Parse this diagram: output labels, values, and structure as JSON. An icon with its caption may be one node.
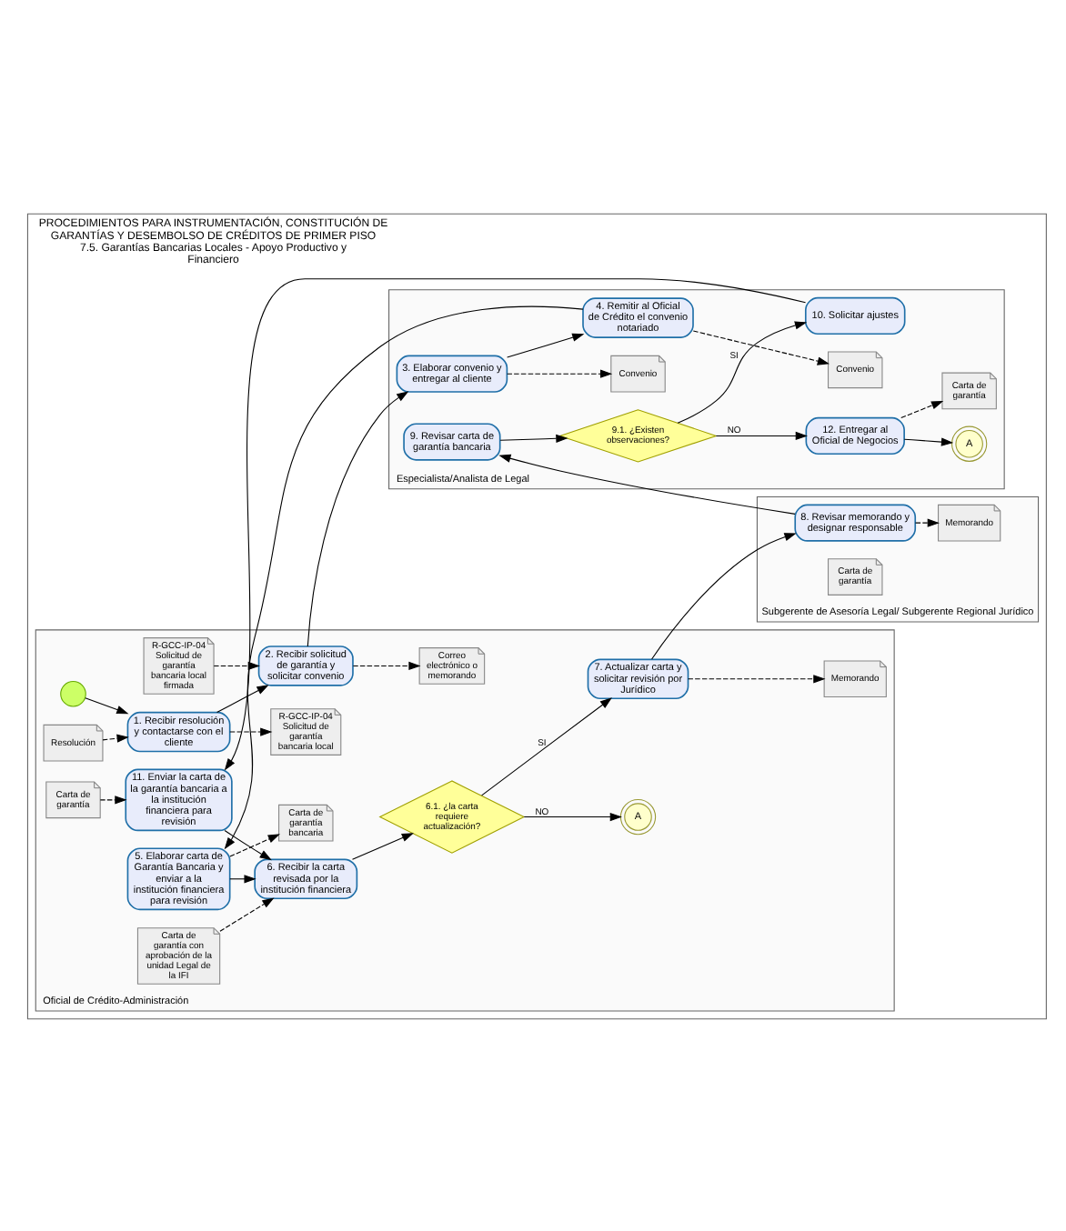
{
  "diagram": {
    "nodes": [
      {
        "text": [
          "PROCEDIMIENTOS PARA INSTRUMENTACIÓN, CONSTITUCIÓN DE GARANTÍAS Y DESEMBOLSO DE CRÉDITOS DE PRIMER PISO",
          "7.5. Garantías Bancarias Locales - Apoyo Productivo y Financiero"
        ]
      },
      {
        "text": [
          "Oficial de Crédito-Administración"
        ],
        "in": 0
      },
      {
        "text": [
          "Subgerente de Asesoría Legal/ Subgerente Regional Jurídico"
        ],
        "in": 0
      },
      {
        "text": [
          "Especialista/Analista de Legal"
        ],
        "in": 0
      },
      {
        "text": [],
        "shape": "circle",
        "in": 1
      },
      {
        "text": [
          "1. Recibir resolución y contactarse con el cliente"
        ],
        "in": 1
      },
      {
        "text": [
          "Resolución"
        ],
        "in": 1
      },
      {
        "text": [
          "R-GCC-IP-04 Solicitud de garantía bancaria local"
        ],
        "in": 1
      },
      {
        "text": [
          "2. Recibir solicitud de garantía y solicitar convenio"
        ],
        "in": 1
      },
      {
        "text": [
          "R-GCC-IP-04 Solicitud de garantía bancaria local firmada"
        ],
        "in": 1
      },
      {
        "text": [
          "Correo electrónico o memorando"
        ],
        "in": 1
      },
      {
        "text": [
          "5. Elaborar carta de Garantía Bancaria y enviar a la institución financiera para revisión"
        ],
        "in": 1
      },
      {
        "text": [
          "Carta de garantía bancaria"
        ],
        "in": 1
      },
      {
        "text": [
          "6. Recibir la carta revisada por la institución financiera"
        ],
        "in": 1
      },
      {
        "text": [
          "Carta de garantía con aprobación de la unidad Legal de la IFI"
        ],
        "in": 1
      },
      {
        "text": [
          "6.1. ¿la carta requiere actualización?"
        ],
        "in": 1
      },
      {
        "text": [
          "A"
        ],
        "in": 1
      },
      {
        "text": [
          "7. Actualizar carta y solicitar revisión por Jurídico"
        ],
        "in": 1
      },
      {
        "text": [
          "Memorando"
        ],
        "in": 1
      },
      {
        "text": [
          "11. Enviar la carta de la garantía bancaria a la institución financiera para revisión"
        ],
        "in": 1
      },
      {
        "text": [
          "Carta de garantía"
        ],
        "in": 1
      },
      {
        "text": [
          "8. Revisar memorando y designar responsable"
        ],
        "in": 2
      },
      {
        "text": [
          "Memorando"
        ],
        "in": 2
      },
      {
        "text": [
          "Carta de garantía"
        ],
        "in": 2
      },
      {
        "text": [
          "3. Elaborar convenio y entregar al cliente"
        ],
        "in": 3
      },
      {
        "text": [
          "Convenio"
        ],
        "in": 3
      },
      {
        "text": [
          "4. Remitir al Oficial de Crédito el convenio notariado"
        ],
        "in": 3
      },
      {
        "text": [
          "Convenio"
        ],
        "in": 3
      },
      {
        "text": [
          "9. Revisar carta de garantía bancaria"
        ],
        "in": 3
      },
      {
        "text": [
          "10. Solicitar ajustes"
        ],
        "in": 3
      },
      {
        "text": [
          "9.1. ¿Existen observaciones?"
        ],
        "in": 3
      },
      {
        "text": [
          "12. Entregar al Oficial de Negocios"
        ],
        "in": 3
      },
      {
        "text": [
          "A"
        ],
        "in": 3
      },
      {
        "text": [
          "Carta de garantía"
        ],
        "in": 3
      }
    ],
    "edges": [
      {
        "from": 4,
        "to": 5,
        "arrow": "to"
      },
      {
        "from": 6,
        "to": 5,
        "arrow": "to",
        "style": "dashed"
      },
      {
        "from": 5,
        "to": 7,
        "arrow": "to",
        "style": "dashed"
      },
      {
        "from": 5,
        "to": 8,
        "arrow": "to"
      },
      {
        "from": 9,
        "to": 8,
        "arrow": "to",
        "style": "dashed"
      },
      {
        "from": 8,
        "to": 10,
        "arrow": "to",
        "style": "dashed"
      },
      {
        "from": 8,
        "to": 24,
        "arrow": "to"
      },
      {
        "from": 24,
        "to": 25,
        "arrow": "to",
        "style": "dashed"
      },
      {
        "from": 24,
        "to": 26,
        "arrow": "to"
      },
      {
        "from": 26,
        "to": 27,
        "arrow": "to",
        "style": "dashed"
      },
      {
        "from": 26,
        "to": 11,
        "arrow": "to"
      },
      {
        "from": 11,
        "to": 12,
        "arrow": "to",
        "style": "dashed"
      },
      {
        "from": 11,
        "to": 13,
        "arrow": "to"
      },
      {
        "from": 14,
        "to": 13,
        "arrow": "to",
        "style": "dashed"
      },
      {
        "from": 13,
        "to": 15,
        "arrow": "to"
      },
      {
        "from": 15,
        "to": 16,
        "arrow": "to",
        "label": "NO"
      },
      {
        "from": 15,
        "to": 17,
        "arrow": "to",
        "label": "SI"
      },
      {
        "from": 17,
        "to": 18,
        "arrow": "to",
        "style": "dashed"
      },
      {
        "from": 17,
        "to": 21,
        "arrow": "to"
      },
      {
        "from": 21,
        "to": 22,
        "arrow": "to",
        "style": "dashed"
      },
      {
        "from": 21,
        "to": 28,
        "arrow": "to"
      },
      {
        "from": 28,
        "to": 30,
        "arrow": "to"
      },
      {
        "from": 30,
        "to": 29,
        "arrow": "to",
        "label": "SI"
      },
      {
        "from": 30,
        "to": 31,
        "arrow": "to",
        "label": "NO"
      },
      {
        "from": 31,
        "to": 32,
        "arrow": "to"
      },
      {
        "from": 31,
        "to": 33,
        "arrow": "to",
        "style": "dashed"
      },
      {
        "from": 29,
        "to": 19,
        "arrow": "to"
      },
      {
        "from": 20,
        "to": 19,
        "arrow": "to",
        "style": "dashed"
      },
      {
        "from": 19,
        "to": 13,
        "arrow": "to"
      }
    ]
  }
}
